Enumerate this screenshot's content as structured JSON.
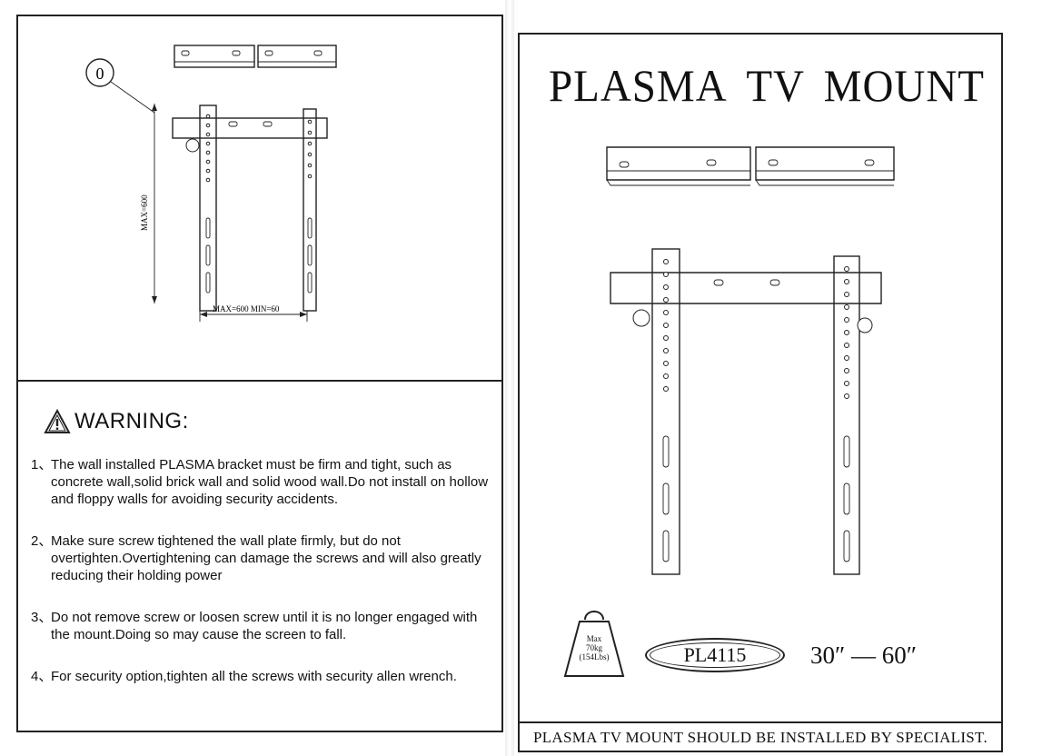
{
  "left_page": {
    "diagram": {
      "callout_number": "0",
      "height_label": "MAX=600",
      "width_label": "MAX=600 MIN=60"
    },
    "warning": {
      "title": "WARNING:",
      "items": [
        {
          "num": "1、",
          "text": "The wall installed PLASMA bracket must be firm and tight, such as concrete wall,solid brick wall and solid wood wall.Do not install on hollow and floppy walls for avoiding security accidents."
        },
        {
          "num": "2、",
          "text": "Make sure screw tightened the wall plate firmly, but do not overtighten.Overtightening can damage the screws and will also greatly reducing their holding power"
        },
        {
          "num": "3、",
          "text": "Do not remove screw or loosen screw until it is no longer engaged with the mount.Doing so may cause the screen to fall."
        },
        {
          "num": "4、",
          "text": "For security option,tighten all the screws with security allen wrench."
        }
      ]
    }
  },
  "right_page": {
    "title_words": [
      "PLASMA",
      "TV",
      "MOUNT"
    ],
    "weight_badge": {
      "line1": "Max",
      "line2": "70kg",
      "line3": "(154Lbs)"
    },
    "model": "PL4115",
    "size_range": "30″ — 60″",
    "footer": "PLASMA TV MOUNT SHOULD BE INSTALLED BY SPECIALIST."
  },
  "colors": {
    "ink": "#222222",
    "paper": "#ffffff"
  }
}
